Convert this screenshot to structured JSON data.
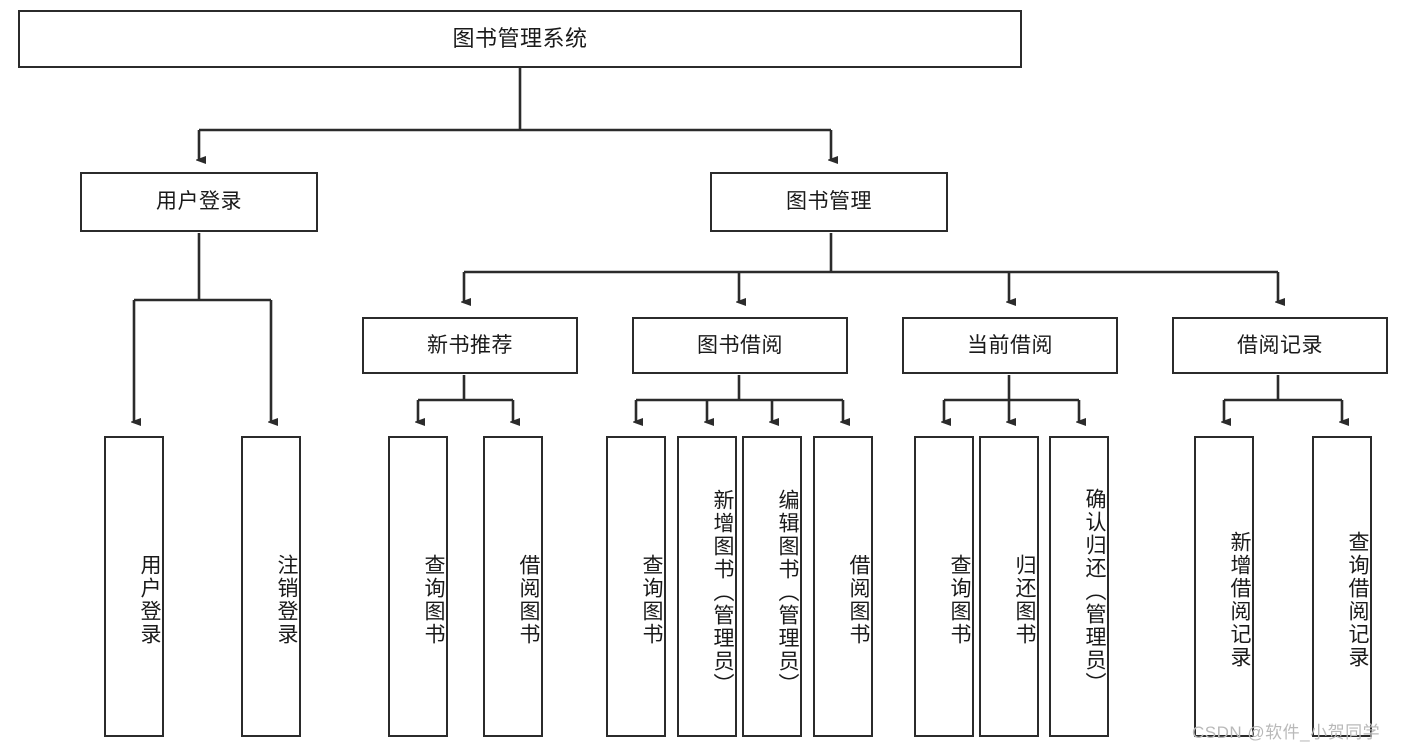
{
  "diagram": {
    "title": "图书管理系统",
    "type": "tree-hierarchy-diagram",
    "nodes": {
      "root": {
        "label": "图书管理系统"
      },
      "level2": [
        {
          "label": "用户登录"
        },
        {
          "label": "图书管理"
        }
      ],
      "level3": [
        {
          "label": "新书推荐"
        },
        {
          "label": "图书借阅"
        },
        {
          "label": "当前借阅"
        },
        {
          "label": "借阅记录"
        }
      ],
      "leaves_user_login": [
        {
          "label": "用户登录"
        },
        {
          "label": "注销登录"
        }
      ],
      "leaves_new_book": [
        {
          "label": "查询图书"
        },
        {
          "label": "借阅图书"
        }
      ],
      "leaves_borrow": [
        {
          "label": "查询图书"
        },
        {
          "label": "新增图书（管理员）"
        },
        {
          "label": "编辑图书（管理员）"
        },
        {
          "label": "借阅图书"
        }
      ],
      "leaves_current": [
        {
          "label": "查询图书"
        },
        {
          "label": "归还图书"
        },
        {
          "label": "确认归还（管理员）"
        }
      ],
      "leaves_records": [
        {
          "label": "新增借阅记录"
        },
        {
          "label": "查询借阅记录"
        }
      ]
    },
    "watermark": "CSDN @软件_小贺同学",
    "colors": {
      "stroke": "#2b2b2b",
      "background": "#ffffff",
      "text": "#1a1a1a",
      "watermark": "#b9b9b9"
    }
  }
}
